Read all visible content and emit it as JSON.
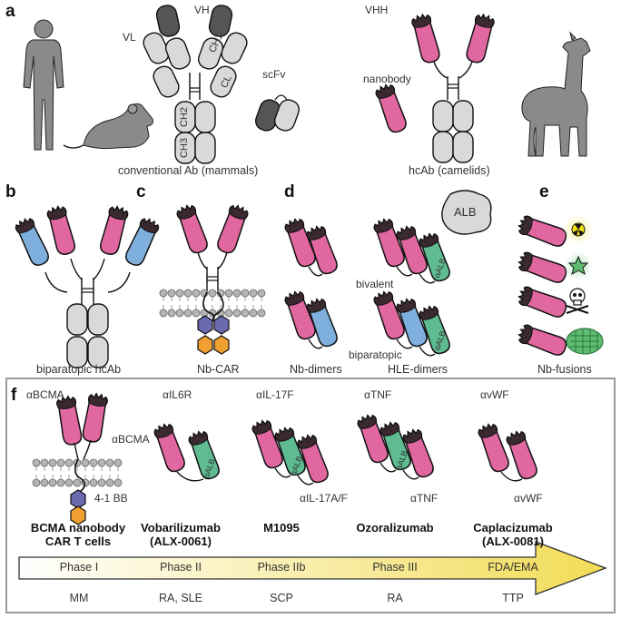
{
  "panels": {
    "a": {
      "letter": "a",
      "labels": {
        "vh": "VH",
        "vl": "VL",
        "ch1": "CH1",
        "cl": "CL",
        "ch2": "CH2",
        "ch3": "CH3",
        "scfv": "scFv",
        "vhh": "VHH",
        "nanobody": "nanobody"
      },
      "captions": {
        "conventional": "conventional Ab (mammals)",
        "hcab": "hcAb (camelids)"
      }
    },
    "b": {
      "letter": "b",
      "caption": "biparatopic hcAb"
    },
    "c": {
      "letter": "c",
      "caption": "Nb-CAR"
    },
    "d": {
      "letter": "d",
      "captions": {
        "nb_dimers": "Nb-dimers",
        "hle_dimers": "HLE-dimers"
      },
      "labels": {
        "alb": "ALB",
        "alpha_alb": "αALB",
        "bivalent": "bivalent",
        "biparatopic": "biparatopic"
      }
    },
    "e": {
      "letter": "e",
      "caption": "Nb-fusions"
    },
    "f": {
      "letter": "f",
      "targets": {
        "bcma1": "αBCMA",
        "bcma2": "αBCMA",
        "bb": "4-1 BB",
        "il6r": "αIL6R",
        "alb": "αALB",
        "il17f": "αIL-17F",
        "il17af": "αIL-17A/F",
        "tnf1": "αTNF",
        "tnf2": "αTNF",
        "vwf1": "αvWF",
        "vwf2": "αvWF"
      },
      "drugs": [
        {
          "name": "BCMA nanobody",
          "name2": "CAR T cells",
          "phase": "Phase I",
          "indication": "MM"
        },
        {
          "name": "Vobarilizumab",
          "name2": "(ALX-0061)",
          "phase": "Phase II",
          "indication": "RA, SLE"
        },
        {
          "name": "M1095",
          "name2": "",
          "phase": "Phase IIb",
          "indication": "SCP"
        },
        {
          "name": "Ozoralizumab",
          "name2": "",
          "phase": "Phase III",
          "indication": "RA"
        },
        {
          "name": "Caplacizumab",
          "name2": "(ALX-0081)",
          "phase": "FDA/EMA",
          "indication": "TTP"
        }
      ]
    }
  },
  "colors": {
    "nanobody": "#e0679f",
    "nanobody_tip": "#3a2a30",
    "biparatopic_blue": "#7fb0dd",
    "alb_green": "#5fbb92",
    "heavy_light_gray": "#d9d9d9",
    "dark_gray": "#555555",
    "silhouette": "#8a8a8a",
    "arrow_gradient_start": "#ffffff",
    "arrow_gradient_end": "#f2dc55",
    "car_purple": "#6a6ab0",
    "car_orange": "#f0a030"
  }
}
